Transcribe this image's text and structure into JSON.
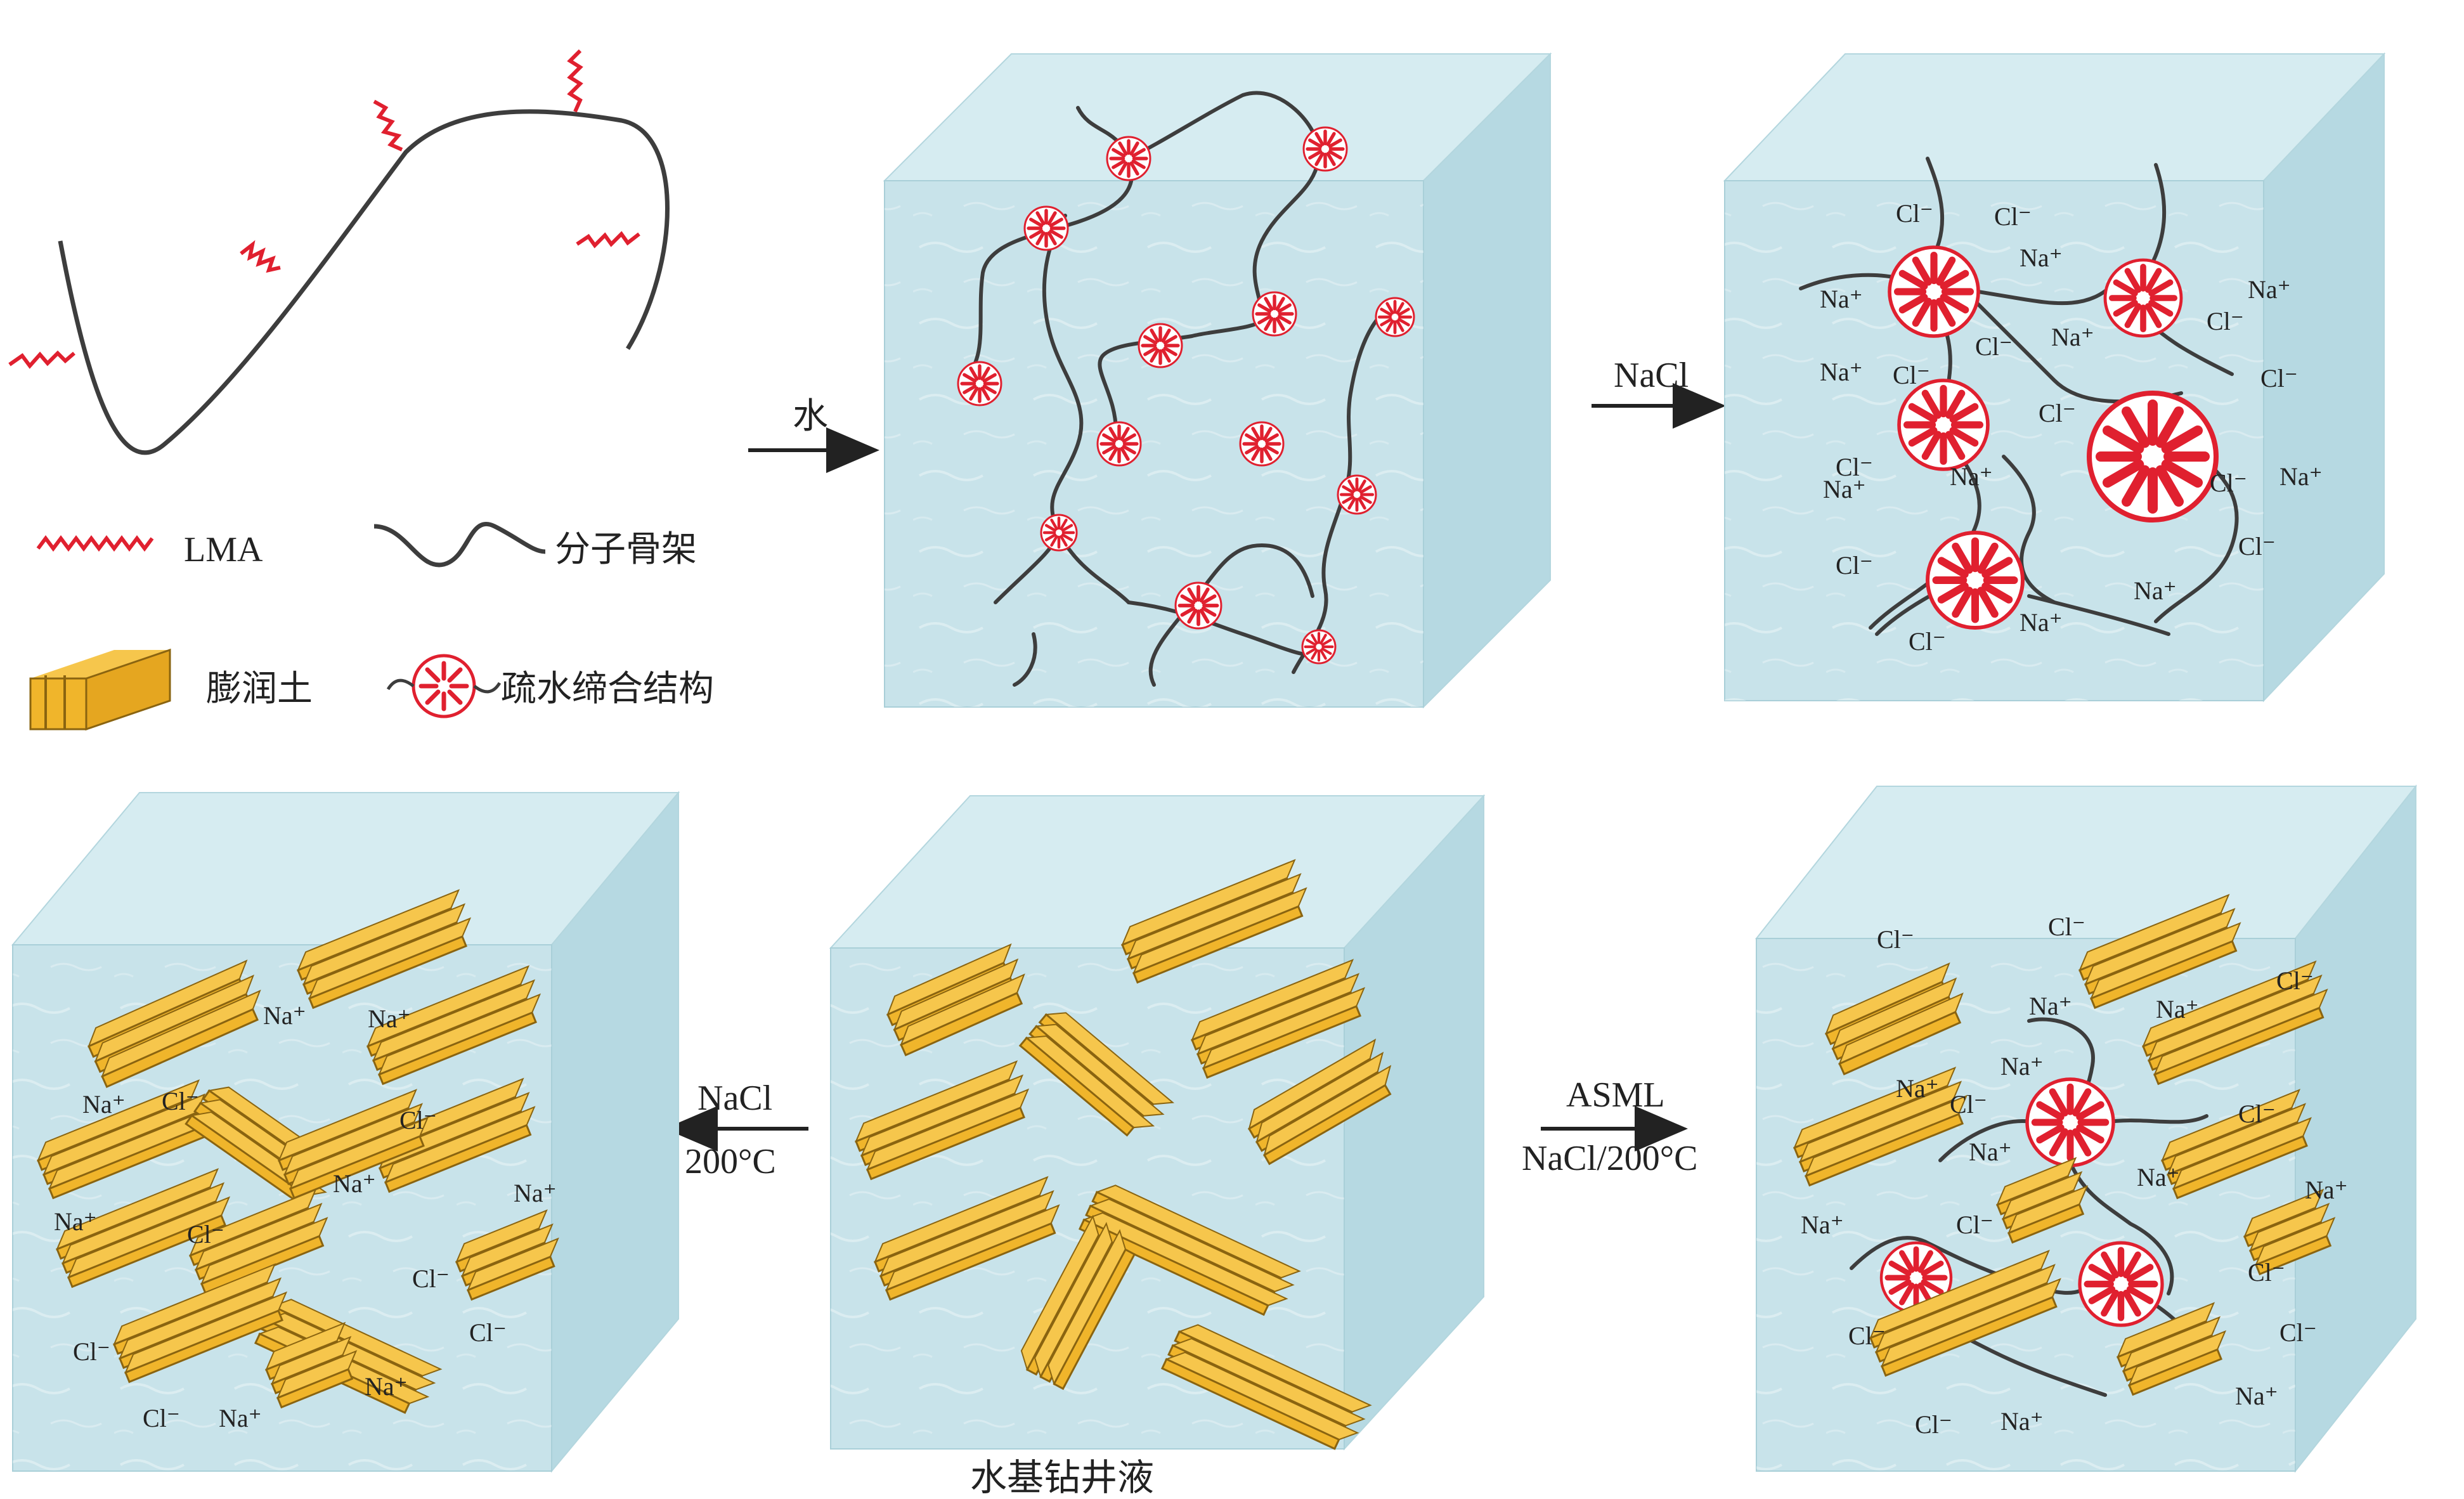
{
  "legend": {
    "lma_label": "LMA",
    "backbone_label": "分子骨架",
    "bentonite_label": "膨润土",
    "hydrophobic_label": "疏水缔合结构"
  },
  "arrows": {
    "water_label": "水",
    "nacl_top_label": "NaCl",
    "nacl_bottom_label_1": "NaCl",
    "nacl_bottom_label_2": "200°C",
    "asml_label_1": "ASML",
    "asml_label_2": "NaCl/200°C"
  },
  "caption": "水基钻井液",
  "ions": {
    "cl": "Cl⁻",
    "na": "Na⁺"
  },
  "colors": {
    "water": "#c8e3ea",
    "water_dark": "#aad2dc",
    "water_side": "#b6d9e2",
    "bentonite": "#f0b52b",
    "bentonite_dark": "#8a6410",
    "lma": "#e0202f",
    "backbone": "#3d3d3d"
  },
  "icons": [
    "wavy-chain-icon",
    "bentonite-stack-icon",
    "micelle-icon",
    "arrow-icon"
  ]
}
